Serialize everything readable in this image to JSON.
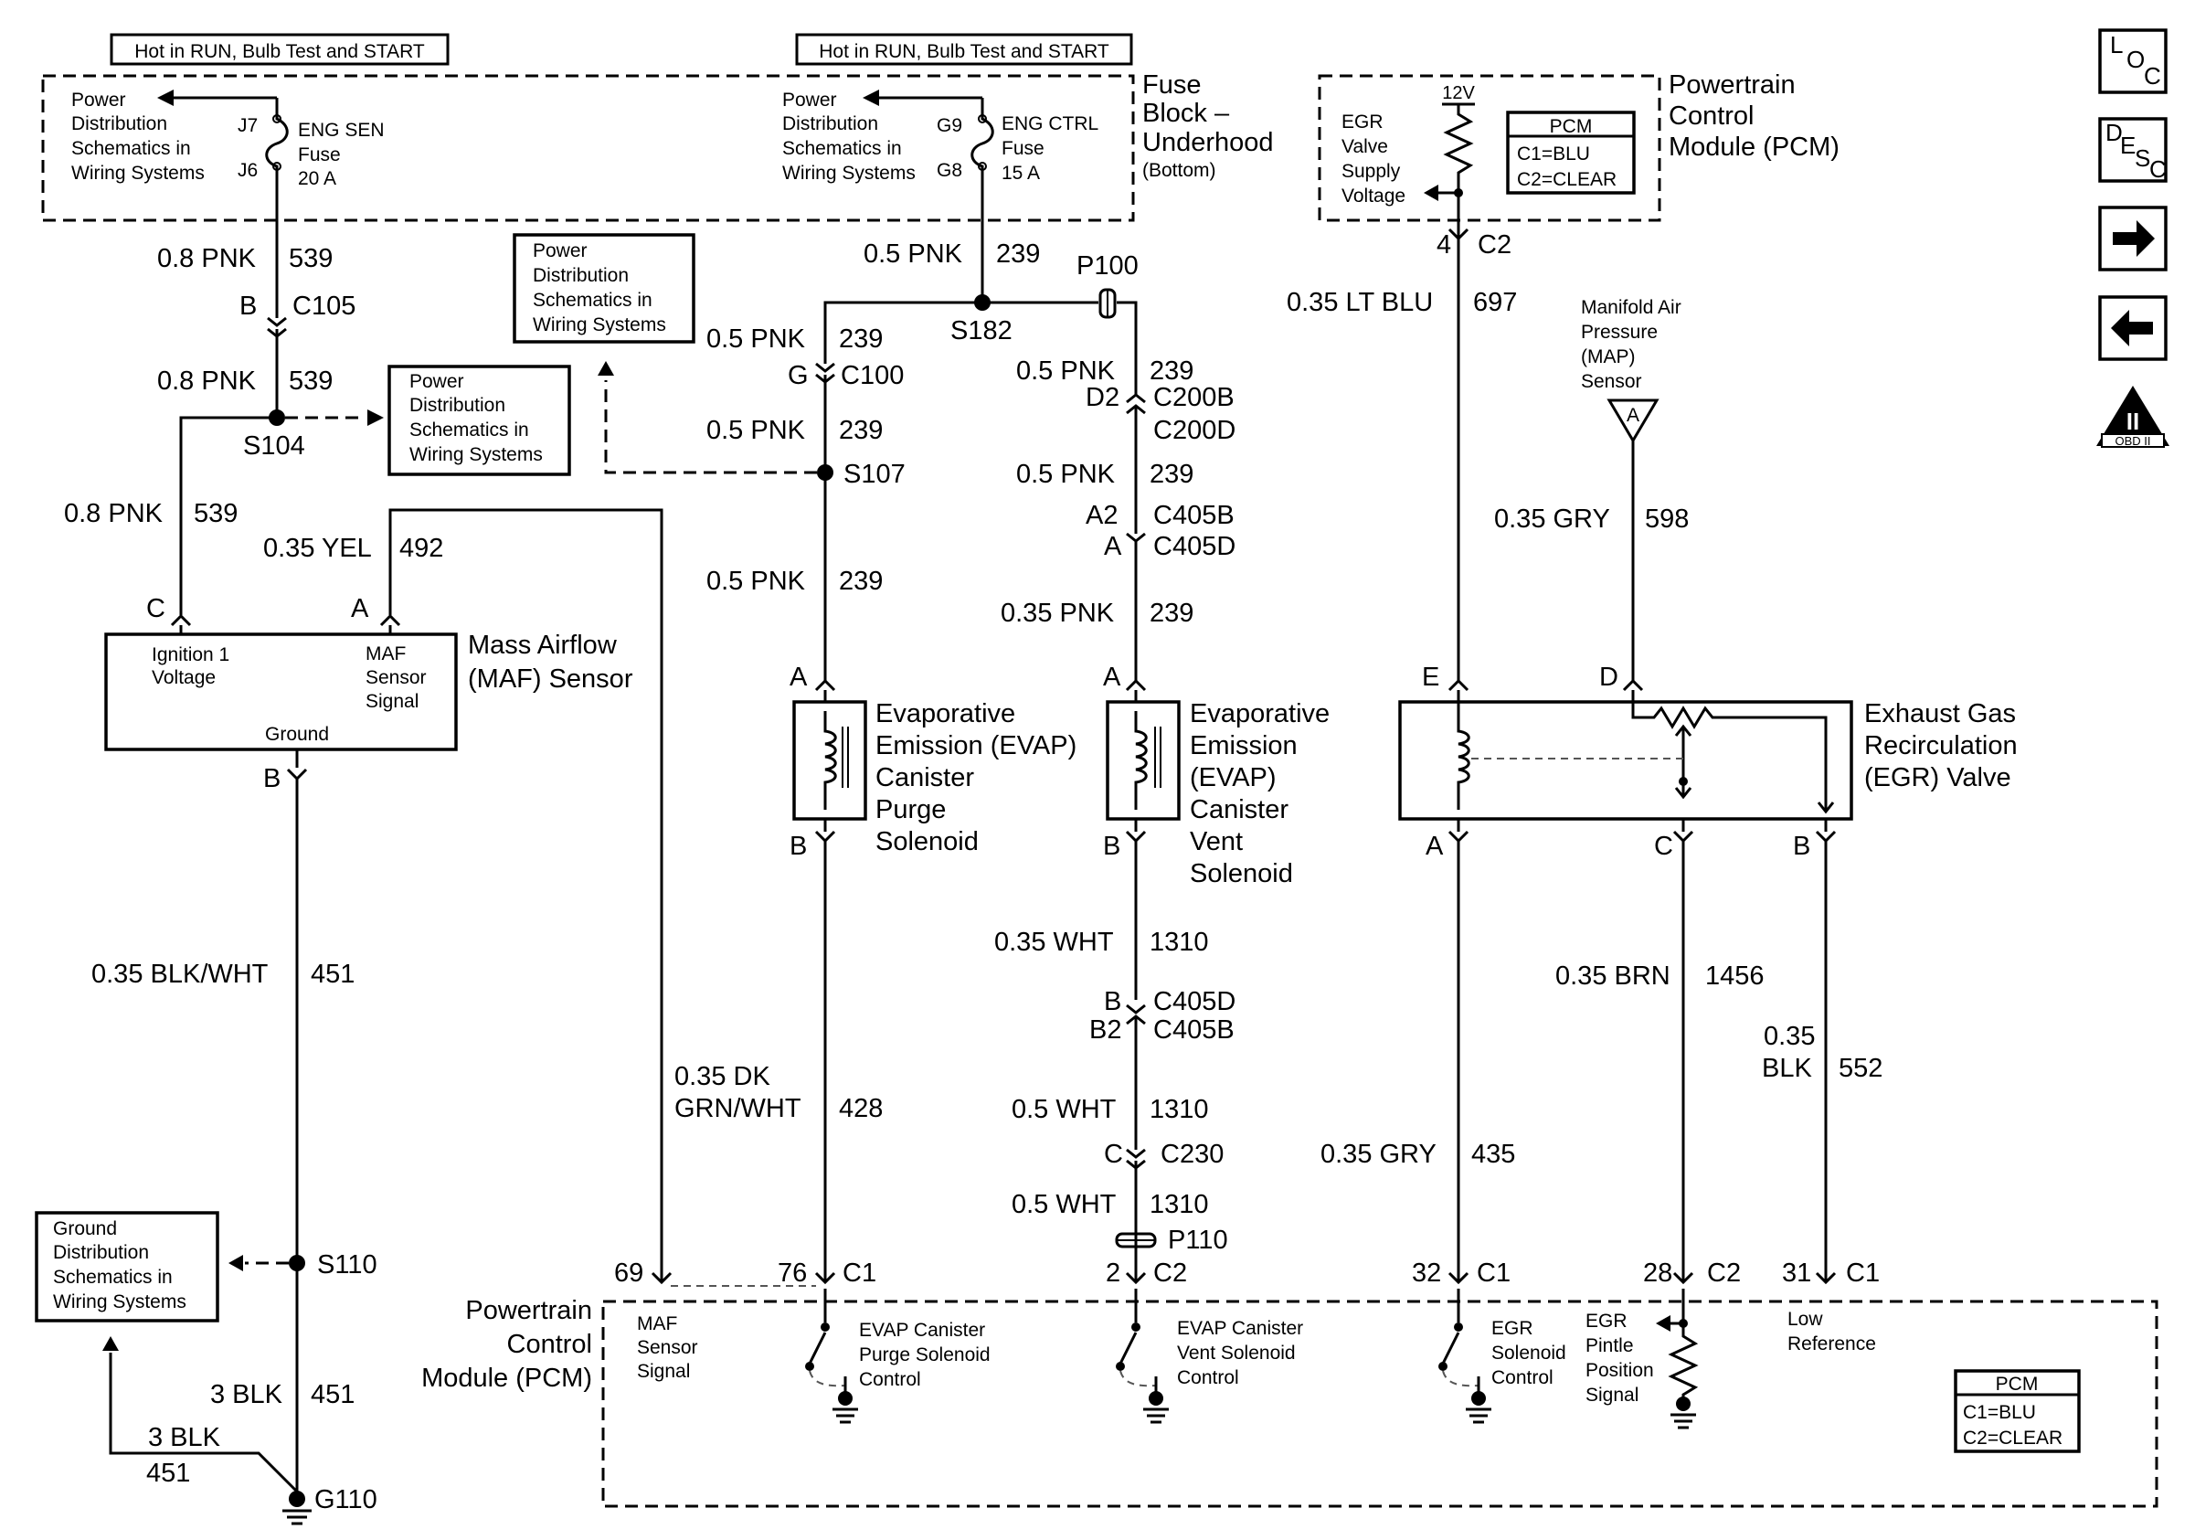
{
  "notes": {
    "hot_left": "Hot in RUN, Bulb Test and START",
    "hot_mid": "Hot in RUN, Bulb Test and START"
  },
  "fuse_block": {
    "title_l1": "Fuse",
    "title_l2": "Block –",
    "title_l3": "Underhood",
    "title_l4": "(Bottom)",
    "pd_left": [
      "Power",
      "Distribution",
      "Schematics in",
      "Wiring Systems"
    ],
    "pd_mid": [
      "Power",
      "Distribution",
      "Schematics in",
      "Wiring Systems"
    ],
    "fuse1": {
      "top_pin": "J7",
      "bottom_pin": "J6",
      "label": [
        "ENG SEN",
        "Fuse",
        "20 A"
      ]
    },
    "fuse2": {
      "top_pin": "G9",
      "bottom_pin": "G8",
      "label": [
        "ENG CTRL",
        "Fuse",
        "15 A"
      ]
    }
  },
  "pcm_top": {
    "title": [
      "Powertrain",
      "Control",
      "Module (PCM)"
    ],
    "voltage": "12V",
    "egr_supply": [
      "EGR",
      "Valve",
      "Supply",
      "Voltage"
    ],
    "legend": [
      "PCM",
      "C1=BLU",
      "C2=CLEAR"
    ],
    "pin": "4",
    "connector": "C2"
  },
  "ref_boxes": {
    "pd_box1": [
      "Power",
      "Distribution",
      "Schematics in",
      "Wiring Systems"
    ],
    "pd_box2": [
      "Power",
      "Distribution",
      "Schematics in",
      "Wiring Systems"
    ],
    "gd_box": [
      "Ground",
      "Distribution",
      "Schematics in",
      "Wiring Systems"
    ]
  },
  "wires": {
    "w539_a": {
      "gauge": "0.8 PNK",
      "circuit": "539"
    },
    "w539_b": {
      "gauge": "0.8 PNK",
      "circuit": "539"
    },
    "w539_c": {
      "gauge": "0.8 PNK",
      "circuit": "539"
    },
    "w492": {
      "gauge": "0.35 YEL",
      "circuit": "492"
    },
    "w451_a": {
      "gauge": "0.35 BLK/WHT",
      "circuit": "451"
    },
    "w451_b": {
      "gauge": "3 BLK",
      "circuit": "451"
    },
    "w451_c": {
      "gauge": "3 BLK",
      "circuit": "451"
    },
    "w239_top": {
      "gauge": "0.5 PNK",
      "circuit": "239"
    },
    "w239_g": {
      "gauge": "0.5 PNK",
      "circuit": "239"
    },
    "w239_s107": {
      "gauge": "0.5 PNK",
      "circuit": "239"
    },
    "w239_purge": {
      "gauge": "0.5 PNK",
      "circuit": "239"
    },
    "w239_d2": {
      "gauge": "0.5 PNK",
      "circuit": "239"
    },
    "w239_a2": {
      "gauge": "0.5 PNK",
      "circuit": "239"
    },
    "w239_vent": {
      "gauge": "0.35 PNK",
      "circuit": "239"
    },
    "w428": {
      "gauge_l1": "0.35 DK",
      "gauge_l2": "GRN/WHT",
      "circuit": "428"
    },
    "w1310_a": {
      "gauge": "0.35 WHT",
      "circuit": "1310"
    },
    "w1310_b": {
      "gauge": "0.5 WHT",
      "circuit": "1310"
    },
    "w1310_c": {
      "gauge": "0.5 WHT",
      "circuit": "1310"
    },
    "w697": {
      "gauge": "0.35 LT BLU",
      "circuit": "697"
    },
    "w598": {
      "gauge": "0.35 GRY",
      "circuit": "598"
    },
    "w435": {
      "gauge": "0.35 GRY",
      "circuit": "435"
    },
    "w1456": {
      "gauge": "0.35 BRN",
      "circuit": "1456"
    },
    "w552": {
      "gauge_l1": "0.35",
      "gauge_l2": "BLK",
      "circuit": "552"
    }
  },
  "connectors": {
    "c105": {
      "pin": "B",
      "name": "C105"
    },
    "c100": {
      "pin": "G",
      "name": "C100"
    },
    "c200": {
      "pin": "D2",
      "name_b": "C200B",
      "name_d": "C200D"
    },
    "c405_top": {
      "pin1": "A2",
      "pin2": "A",
      "name_b": "C405B",
      "name_d": "C405D"
    },
    "c405_bot": {
      "pin1": "B",
      "pin2": "B2",
      "name_d": "C405D",
      "name_b": "C405B"
    },
    "c230": {
      "pin": "C",
      "name": "C230"
    },
    "p100": "P100",
    "p110": "P110"
  },
  "splices": {
    "s104": "S104",
    "s107": "S107",
    "s110": "S110",
    "s182": "S182",
    "g110": "G110"
  },
  "maf": {
    "title": [
      "Mass Airflow",
      "(MAF) Sensor"
    ],
    "pin_c": "C",
    "pin_a": "A",
    "pin_b": "B",
    "ign": [
      "Ignition 1",
      "Voltage"
    ],
    "signal": [
      "MAF",
      "Sensor",
      "Signal"
    ],
    "ground": "Ground"
  },
  "purge": {
    "title": [
      "Evaporative",
      "Emission (EVAP)",
      "Canister",
      "Purge",
      "Solenoid"
    ],
    "pin_a": "A",
    "pin_b": "B"
  },
  "vent": {
    "title": [
      "Evaporative",
      "Emission",
      "(EVAP)",
      "Canister",
      "Vent",
      "Solenoid"
    ],
    "pin_a": "A",
    "pin_b": "B"
  },
  "map_sensor": {
    "title": [
      "Manifold Air",
      "Pressure",
      "(MAP)",
      "Sensor"
    ],
    "pin": "A"
  },
  "egr": {
    "title": [
      "Exhaust Gas",
      "Recirculation",
      "(EGR) Valve"
    ],
    "pin_e": "E",
    "pin_d": "D",
    "pin_a": "A",
    "pin_c": "C",
    "pin_b": "B"
  },
  "pcm_bottom": {
    "title": [
      "Powertrain",
      "Control",
      "Module (PCM)"
    ],
    "maf_signal": [
      "MAF",
      "Sensor",
      "Signal"
    ],
    "purge_ctrl": [
      "EVAP Canister",
      "Purge Solenoid",
      "Control"
    ],
    "vent_ctrl": [
      "EVAP Canister",
      "Vent Solenoid",
      "Control"
    ],
    "egr_ctrl": [
      "EGR",
      "Solenoid",
      "Control"
    ],
    "egr_pintle": [
      "EGR",
      "Pintle",
      "Position",
      "Signal"
    ],
    "low_ref": [
      "Low",
      "Reference"
    ],
    "legend": [
      "PCM",
      "C1=BLU",
      "C2=CLEAR"
    ],
    "pins": {
      "p69": "69",
      "p76": "76",
      "p76c": "C1",
      "p2": "2",
      "p2c": "C2",
      "p32": "32",
      "p32c": "C1",
      "p28": "28",
      "p28c": "C2",
      "p31": "31",
      "p31c": "C1"
    }
  },
  "side_icons": {
    "loc": [
      "L",
      "O",
      "C"
    ],
    "desc": [
      "D",
      "E",
      "S",
      "C"
    ],
    "obd_roman": "II",
    "obd_text": "OBD II"
  }
}
